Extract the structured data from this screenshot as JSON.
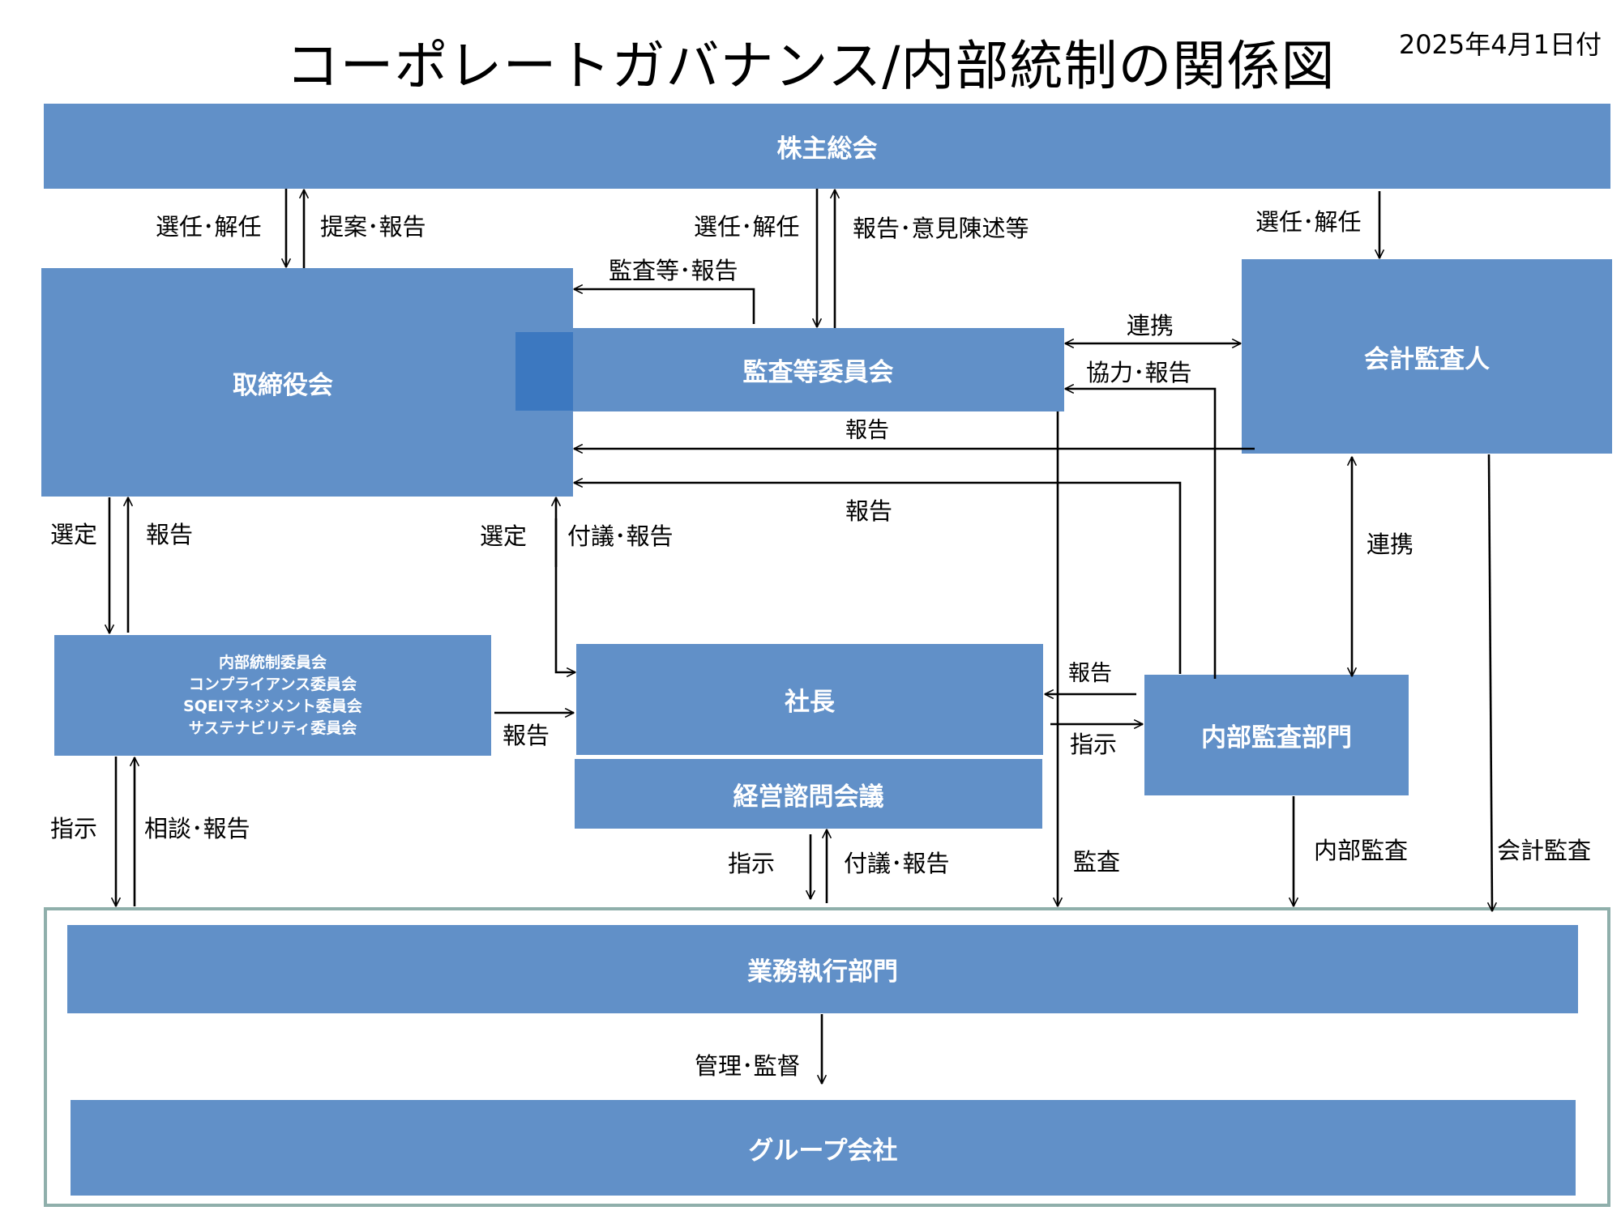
{
  "title": "コーポレートガバナンス/内部統制の関係図",
  "date": "2025年4月1日付",
  "colors": {
    "box": "#6190C8",
    "box_overlap": "#3C78C0",
    "frame": "#8FAFAB",
    "arrow": "#000000"
  },
  "nodes": {
    "shareholders": "株主総会",
    "board": "取締役会",
    "audit_committee": "監査等委員会",
    "accounting_auditor": "会計監査人",
    "committees": [
      "内部統制委員会",
      "コンプライアンス委員会",
      "SQEIマネジメント委員会",
      "サステナビリティ委員会"
    ],
    "president": "社長",
    "advisory": "経営諮問会議",
    "internal_audit": "内部監査部門",
    "business": "業務執行部門",
    "group": "グループ会社"
  },
  "edges": {
    "gm_to_board": "選任･解任",
    "board_to_gm": "提案･報告",
    "gm_to_ac": "選任･解任",
    "ac_to_gm": "報告･意見陳述等",
    "gm_to_auditor": "選任･解任",
    "ac_to_board": "監査等･報告",
    "ac_auditor": "連携",
    "auditor_to_ac": "協力･報告",
    "auditor_to_board": "報告",
    "ia_to_board": "報告",
    "board_to_committees": "選定",
    "committees_to_board": "報告",
    "board_to_president": "選定",
    "president_to_board": "付議･報告",
    "auditor_ia": "連携",
    "committees_to_president": "報告",
    "ia_to_president": "報告",
    "president_to_ia": "指示",
    "committees_to_business": "指示",
    "business_to_committees": "相談･報告",
    "advisory_to_business": "指示",
    "business_to_advisory": "付議･報告",
    "ac_to_business": "監査",
    "ia_to_business": "内部監査",
    "auditor_to_business": "会計監査",
    "business_to_group": "管理･監督"
  }
}
